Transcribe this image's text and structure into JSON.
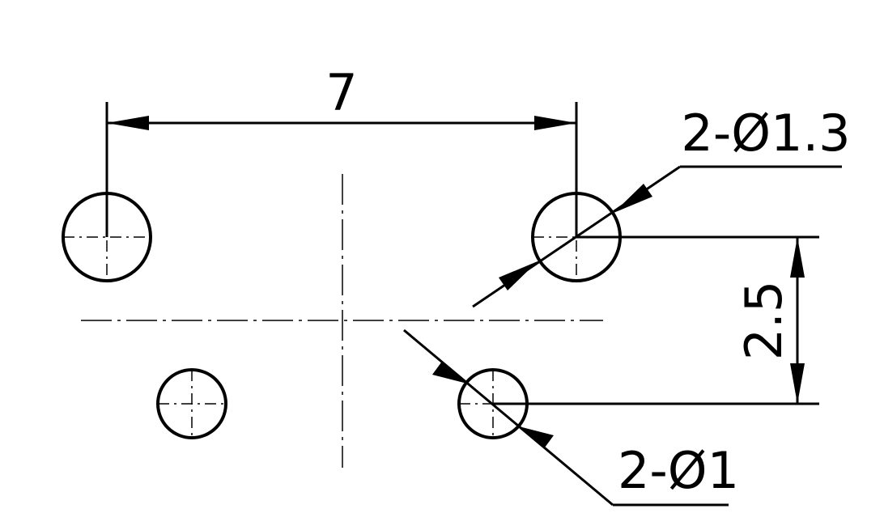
{
  "drawing": {
    "dimensions": {
      "horizontal_spacing": "7",
      "vertical_spacing": "2.5",
      "large_holes": "2-Ø1.3",
      "small_holes": "2-Ø1"
    }
  }
}
